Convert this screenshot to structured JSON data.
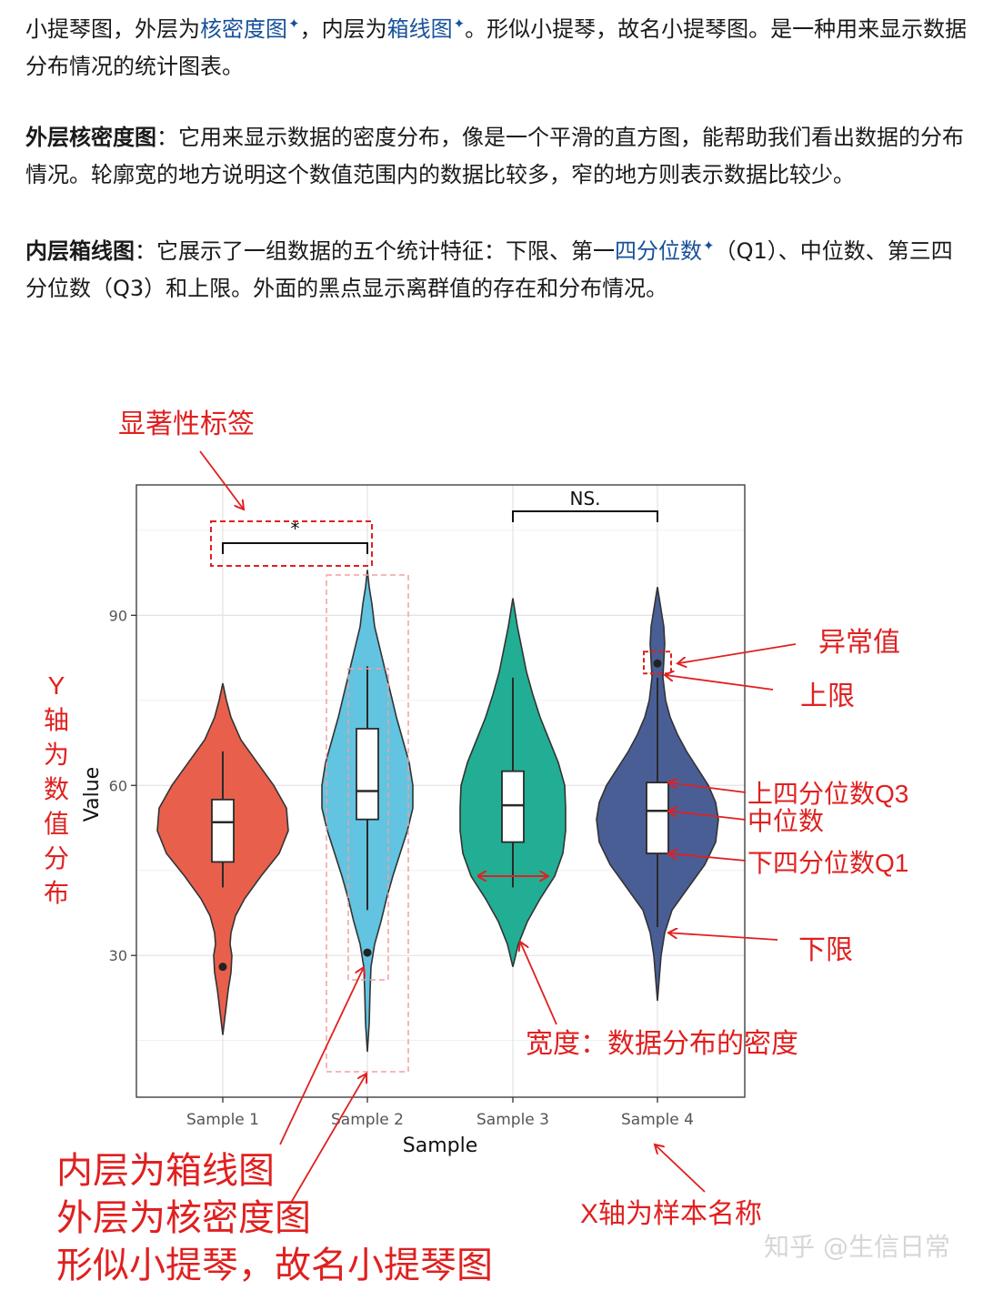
{
  "article": {
    "p1": {
      "t1": "小提琴图，外层为",
      "link1": "核密度图",
      "t2": "，内层为",
      "link2": "箱线图",
      "t3": "。形似小提琴，故名小提琴图。是一种用来显示数据分布情况的统计图表。"
    },
    "p2": {
      "bold": "外层核密度图",
      "text": "：它用来显示数据的密度分布，像是一个平滑的直方图，能帮助我们看出数据的分布情况。轮廓宽的地方说明这个数值范围内的数据比较多，窄的地方则表示数据比较少。"
    },
    "p3": {
      "bold": "内层箱线图",
      "t1": "：它展示了一组数据的五个统计特征：下限、第一",
      "link": "四分位数",
      "t2": "（Q1）、中位数、第三四分位数（Q3）和上限。外面的黑点显示离群值的存在和分布情况。"
    },
    "spark_icon": "✦"
  },
  "chart_data": {
    "type": "violin",
    "xlabel": "Sample",
    "ylabel": "Value",
    "ylim": [
      5,
      113
    ],
    "yticks": [
      30,
      60,
      90
    ],
    "grid": true,
    "categories": [
      "Sample 1",
      "Sample 2",
      "Sample 3",
      "Sample 4"
    ],
    "colors": [
      "#E8604C",
      "#62C4E0",
      "#22AE94",
      "#4A5E96"
    ],
    "series": [
      {
        "name": "Sample 1",
        "color": "#E8604C",
        "violin_min": 16,
        "violin_max": 78,
        "whisker_low": 42,
        "q1": 46.5,
        "median": 53.5,
        "q3": 57.5,
        "whisker_high": 66,
        "outliers": [
          28
        ]
      },
      {
        "name": "Sample 2",
        "color": "#62C4E0",
        "violin_min": 13,
        "violin_max": 98,
        "whisker_low": 38,
        "q1": 54,
        "median": 59,
        "q3": 70,
        "whisker_high": 81,
        "outliers": [
          30.5
        ]
      },
      {
        "name": "Sample 3",
        "color": "#22AE94",
        "violin_min": 28,
        "violin_max": 93,
        "whisker_low": 42,
        "q1": 50,
        "median": 56.5,
        "q3": 62.5,
        "whisker_high": 79,
        "outliers": []
      },
      {
        "name": "Sample 4",
        "color": "#4A5E96",
        "violin_min": 22,
        "violin_max": 95,
        "whisker_low": 35,
        "q1": 48,
        "median": 55.5,
        "q3": 60.5,
        "whisker_high": 79,
        "outliers": [
          81.5
        ]
      }
    ],
    "significance": [
      {
        "from": "Sample 1",
        "to": "Sample 2",
        "label": "*"
      },
      {
        "from": "Sample 3",
        "to": "Sample 4",
        "label": "NS."
      }
    ]
  },
  "annotations": {
    "significance_label": "显著性标签",
    "y_axis_note": [
      "Y",
      "轴",
      "为",
      "数",
      "值",
      "分",
      "布"
    ],
    "outlier": "异常值",
    "upper_limit": "上限",
    "q3": "上四分位数Q3",
    "median": "中位数",
    "q1": "下四分位数Q1",
    "lower_limit": "下限",
    "width_note": "宽度：数据分布的密度",
    "x_axis_note": "X轴为样本名称",
    "bottom_lines": [
      "内层为箱线图",
      "外层为核密度图",
      "形似小提琴，故名小提琴图"
    ],
    "watermark": "知乎 @生信日常"
  }
}
